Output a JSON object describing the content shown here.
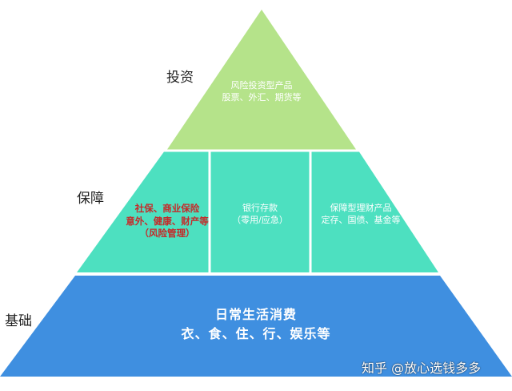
{
  "levels": {
    "invest": {
      "label": "投资",
      "line1": "风险投资型产品",
      "line2": "股票、外汇、期货等"
    },
    "protect": {
      "label": "保障",
      "left": {
        "line1": "社保、商业保险",
        "line2": "意外、健康、财产等",
        "line3": "（风险管理）"
      },
      "middle": {
        "line1": "银行存款",
        "line2": "（零用/应急）"
      },
      "right": {
        "line1": "保障型理财产品",
        "line2": "定存、国债、基金等"
      }
    },
    "base": {
      "label": "基础",
      "line1": "日常生活消费",
      "line2": "衣、食、住、行、娱乐等"
    }
  },
  "watermark": "知乎 @放心选钱多多",
  "colors": {
    "top": "#b5e38a",
    "middle": "#4de0c0",
    "bottom": "#3f8fe0",
    "divider": "#ffffff",
    "red_text": "#c62828"
  }
}
